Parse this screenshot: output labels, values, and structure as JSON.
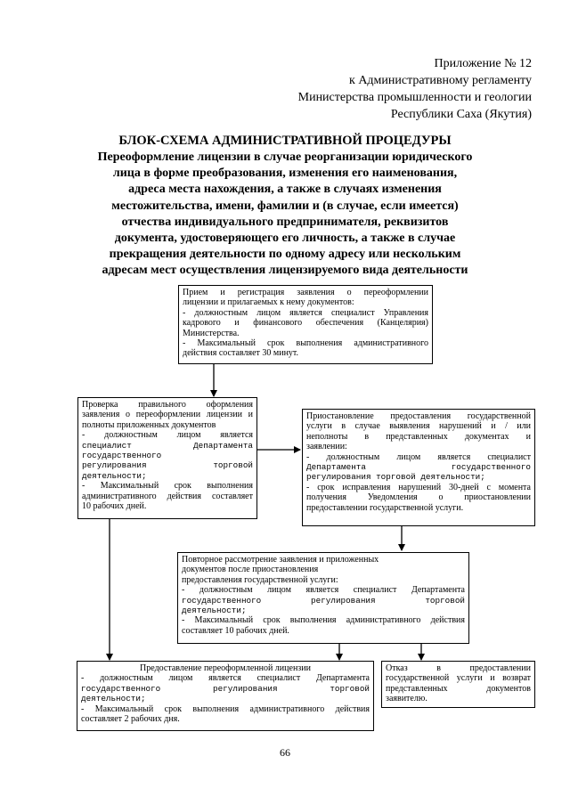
{
  "header": {
    "lines": [
      "Приложение № 12",
      "к Административному регламенту",
      "Министерства промышленности и геологии",
      "Республики Саха (Якутия)"
    ]
  },
  "title": {
    "main": "БЛОК-СХЕМА АДМИНИСТРАТИВНОЙ ПРОЦЕДУРЫ",
    "sub_lines": [
      "Переоформление лицензии в случае реорганизации юридического",
      "лица в форме преобразования, изменения его наименования,",
      "адреса места нахождения, а также в случаях изменения",
      "местожительства, имени, фамилии и (в случае, если имеется)",
      "отчества индивидуального предпринимателя, реквизитов",
      "документа, удостоверяющего его личность, а также в случае",
      "прекращения деятельности по одному адресу или нескольким",
      "адресам мест осуществления лицензируемого вида деятельности"
    ]
  },
  "boxes": {
    "reception": [
      "Прием и регистрация заявления о переоформлении",
      "лицензии и прилагаемых к нему документов:",
      "- должностным лицом является специалист Управления",
      "кадрового и финансового обеспечения (Канцелярия)",
      "Министерства.",
      "- Максимальный срок выполнения административного",
      "действия составляет 30 минут."
    ],
    "check": [
      "Проверка правильного оформления",
      "заявления о переоформлении лицензии и",
      "полноты приложенных документов",
      "- должностным лицом является",
      "специалист Департамента",
      "государственного",
      "регулирования торговой",
      "деятельности;",
      "- Максимальный срок выполнения",
      "административного действия составляет",
      "10 рабочих дней."
    ],
    "suspension": [
      "Приостановление предоставления государственной",
      "услуги в случае выявления нарушений и / или",
      "неполноты в представленных документах и",
      "заявлении:",
      "- должностным лицом является специалист",
      "Департамента государственного",
      "регулирования торговой деятельности;",
      "- срок исправления нарушений 30-дней с момента",
      "получения Уведомления о приостановлении",
      "предоставлении государственной услуги."
    ],
    "review": [
      "Повторное рассмотрение заявления и приложенных",
      "документов после приостановления",
      "предоставления государственной услуги:",
      "- должностным лицом является специалист Департамента",
      "государственного регулирования торговой",
      "деятельности;",
      "- Максимальный срок выполнения административного действия",
      "составляет 10 рабочих дней."
    ],
    "grant": [
      "Предоставление переоформленной лицензии",
      "- должностным лицом является специалист Департамента",
      "государственного регулирования торговой",
      "деятельности;",
      "- Максимальный срок выполнения административного действия",
      "составляет 2 рабочих дня."
    ],
    "refusal": [
      "Отказ в предоставлении",
      "государственной услуги и возврат",
      "представленных документов",
      "заявителю."
    ]
  },
  "page_number": "66"
}
